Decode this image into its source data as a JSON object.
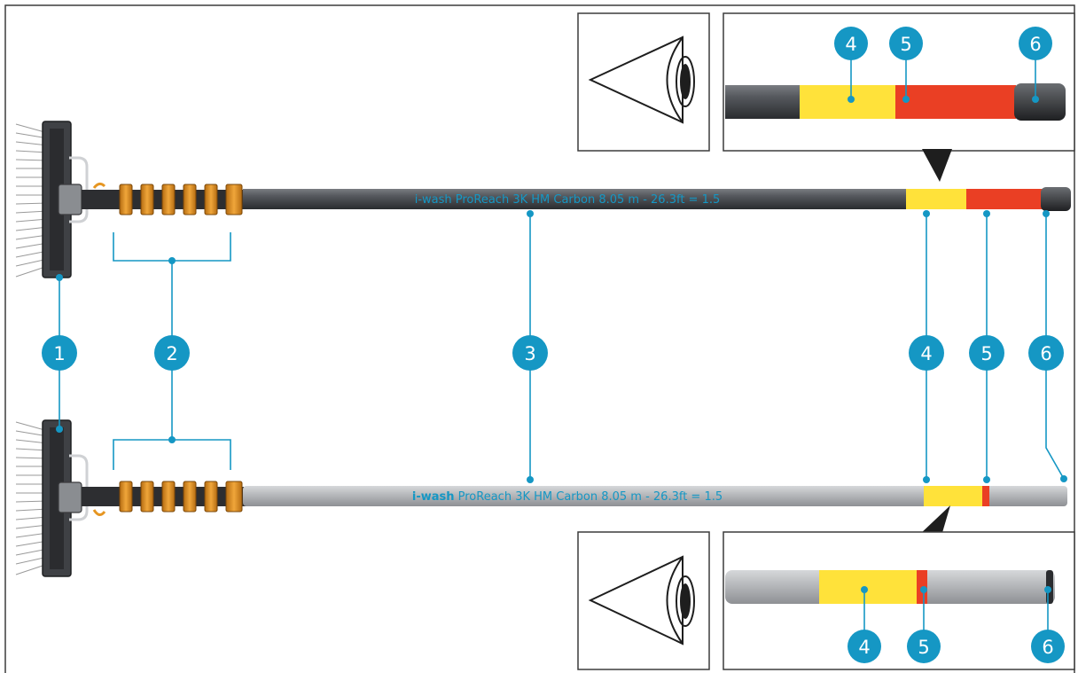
{
  "colors": {
    "accent": "#1597c4",
    "yellow": "#ffe23a",
    "red": "#ea3f24",
    "pole_dark": "#4a4d52",
    "pole_light": "#b7b9bc",
    "clamp": "#e69622"
  },
  "top_pole": {
    "label": "i-wash ProReach 3K HM Carbon 8.05 m - 26.3ft = 1.5"
  },
  "bottom_pole": {
    "label_brand": "i-wash",
    "label_rest": " ProReach 3K HM Carbon 8.05 m - 26.3ft = 1.5"
  },
  "callouts": {
    "c1": "1",
    "c2": "2",
    "c3": "3",
    "c4": "4",
    "c5": "5",
    "c6": "6"
  },
  "icons": [
    "eye-icon",
    "brush-icon",
    "clamp-icon"
  ]
}
